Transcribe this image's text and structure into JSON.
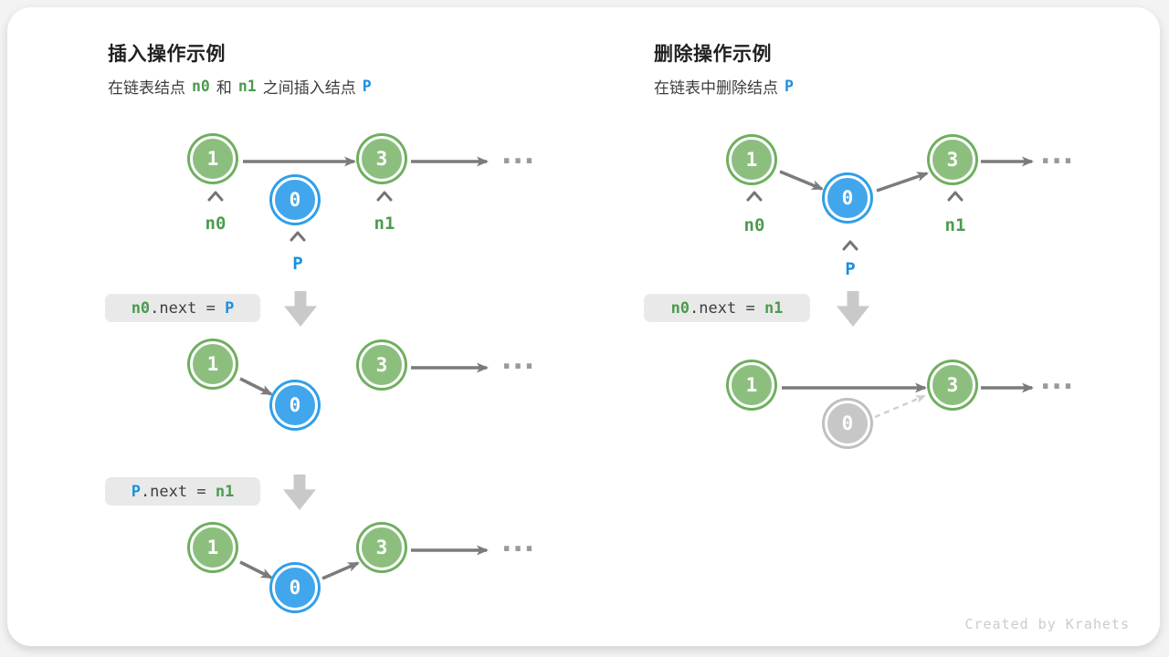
{
  "left": {
    "title": "插入操作示例",
    "subtitle": {
      "pre": "在链表结点",
      "n0": "n0",
      "and": "和",
      "n1": "n1",
      "mid": "之间插入结点",
      "p": "P"
    },
    "d1": {
      "v1": "1",
      "v2": "0",
      "v3": "3",
      "dots": "...",
      "labels": {
        "n0": "n0",
        "p": "P",
        "n1": "n1"
      }
    },
    "code1": {
      "a": "n0",
      "b": ".next = ",
      "c": "P"
    },
    "d2": {
      "v1": "1",
      "v2": "0",
      "v3": "3",
      "dots": "..."
    },
    "code2": {
      "a": "P",
      "b": ".next = ",
      "c": "n1"
    },
    "d3": {
      "v1": "1",
      "v2": "0",
      "v3": "3",
      "dots": "..."
    }
  },
  "right": {
    "title": "删除操作示例",
    "subtitle": {
      "pre": "在链表中删除结点",
      "p": "P"
    },
    "d1": {
      "v1": "1",
      "v2": "0",
      "v3": "3",
      "dots": "...",
      "labels": {
        "n0": "n0",
        "p": "P",
        "n1": "n1"
      }
    },
    "code1": {
      "a": "n0",
      "b": ".next = ",
      "c": "n1"
    },
    "d2": {
      "v1": "1",
      "v2": "0",
      "v3": "3",
      "dots": "..."
    }
  },
  "footer": "Created by Krahets",
  "colors": {
    "node_green_fill": "#8cbf7e",
    "node_green_ring": "#6fae5f",
    "node_blue_fill": "#42a6ec",
    "node_blue_ring": "#2e9fe8",
    "node_gray_fill": "#c7c7c7",
    "label_green": "#4c9b4f",
    "label_blue": "#1b8fe0",
    "arrow_gray": "#7b7b7b",
    "dashed_gray": "#cfcfcf",
    "codebox_bg": "#e9e9e9"
  }
}
